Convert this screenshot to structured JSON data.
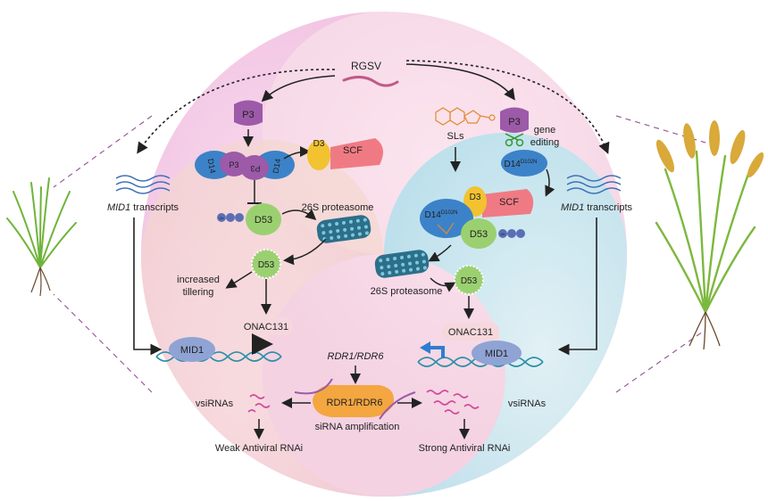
{
  "virus": "RGSV",
  "left": {
    "viral_protein": "P3",
    "p3_complex_labels": [
      "D14",
      "P3",
      "P3",
      "D14"
    ],
    "scf_d3": "D3",
    "scf": "SCF",
    "mid1_transcripts_gene": "MID1",
    "mid1_transcripts_suffix": " transcripts",
    "d53": "D53",
    "d53_degraded": "D53",
    "proteasome": "26S proteasome",
    "ub": "Ub",
    "phenotype_line1": "increased",
    "phenotype_line2": "tillering",
    "onac": "ONAC131",
    "mid1": "MID1",
    "vsirnas": "vsiRNAs",
    "outcome": "Weak Antiviral RNAi"
  },
  "right": {
    "strigolactones": "SLs",
    "viral_protein": "P3",
    "edit_line1": "gene",
    "edit_line2": "editing",
    "d14_edited_base": "D14",
    "d14_edited_sup": "D102N",
    "d3": "D3",
    "scf": "SCF",
    "d14_base": "D14",
    "d14_sup": "D102N",
    "d53": "D53",
    "d53_degraded": "D53",
    "ub": "Ub",
    "proteasome": "26S proteasome",
    "mid1_transcripts_gene": "MID1",
    "mid1_transcripts_suffix": " transcripts",
    "onac": "ONAC131",
    "mid1": "MID1",
    "vsirnas": "vsiRNAs",
    "outcome": "Strong Antiviral RNAi"
  },
  "center": {
    "rdr_genes": "RDR1/RDR6",
    "rdr_protein": "RDR1/RDR6",
    "amplification": "siRNA amplification"
  },
  "colors": {
    "left_bg": "#f4c8e6",
    "right_bg": "#c9eaf2",
    "p3": "#9c5aa8",
    "d14": "#3c82c8",
    "d3": "#f2c230",
    "scf": "#f07a84",
    "d53": "#9bd070",
    "onac": "#f6d8dc",
    "mid1": "#8fa4d4",
    "rdr": "#f4a640",
    "vsirna": "#d24a9a",
    "dna": "#2a8fa8",
    "proteasome": "#2c6f8a",
    "ub": "#5a6fb4"
  },
  "icons": [
    "rice-seedling-icon",
    "mature-rice-plant-icon",
    "virus-rna-icon",
    "strigolactone-molecule-icon",
    "scissors-icon",
    "dna-helix-icon",
    "proteasome-icon",
    "ubiquitin-chain-icon"
  ]
}
